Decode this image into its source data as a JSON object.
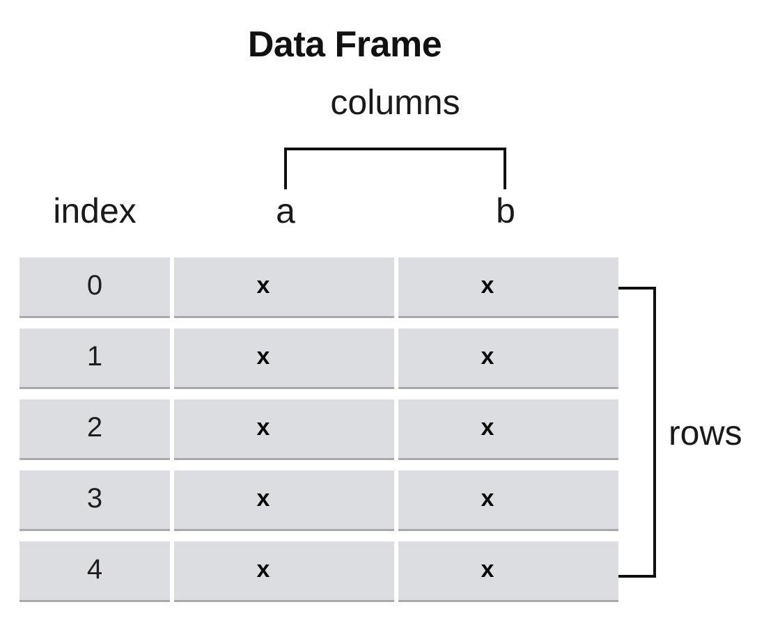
{
  "title": "Data Frame",
  "annotations": {
    "columns_label": "columns",
    "rows_label": "rows"
  },
  "table": {
    "index_header": "index",
    "column_headers": [
      "a",
      "b"
    ],
    "index_values": [
      "0",
      "1",
      "2",
      "3",
      "4"
    ],
    "rows": [
      {
        "index": "0",
        "a": "x",
        "b": "x"
      },
      {
        "index": "1",
        "a": "x",
        "b": "x"
      },
      {
        "index": "2",
        "a": "x",
        "b": "x"
      },
      {
        "index": "3",
        "a": "x",
        "b": "x"
      },
      {
        "index": "4",
        "a": "x",
        "b": "x"
      }
    ]
  },
  "colors": {
    "background": "#ffffff",
    "cell_fill": "#dcdde0",
    "cell_shadow": "#a9a9ad",
    "text": "#111111",
    "bracket": "#0f0f0f"
  }
}
